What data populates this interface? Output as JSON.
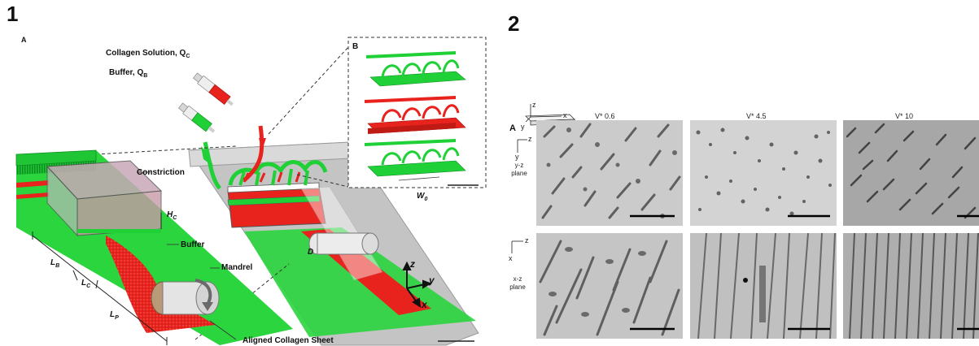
{
  "panels": {
    "left_number": "1",
    "right_number": "2"
  },
  "fig1": {
    "sub_a": "A",
    "sub_b": "B",
    "collagen_label": "Collagen Solution, Q",
    "collagen_sub": "C",
    "buffer_label": "Buffer, Q",
    "buffer_sub": "B",
    "constriction": "Constriction",
    "hc": "H",
    "hc_sub": "C",
    "buffer": "Buffer",
    "mandrel": "Mandrel",
    "aligned": "Aligned Collagen Sheet",
    "lb": "L",
    "lb_sub": "B",
    "lc": "L",
    "lc_sub": "C",
    "lp": "L",
    "lp_sub": "P",
    "d": "D",
    "w0": "W",
    "w0_sub": "0",
    "axis_z": "z",
    "axis_y": "y",
    "axis_x": "x"
  },
  "fig2": {
    "sub_a": "A",
    "axis_z": "z",
    "axis_x": "x",
    "axis_y": "y",
    "col1": "V* 0.6",
    "col2": "V* 4.5",
    "col3": "V* 10",
    "row1_axis_z": "z",
    "row1_axis_y": "y",
    "row1_l1": "y-z",
    "row1_l2": "plane",
    "row2_axis_z": "z",
    "row2_axis_x": "x",
    "row2_l1": "x-z",
    "row2_l2": "plane"
  },
  "colors": {
    "green": "#22d63a",
    "red": "#e8231e",
    "gray": "#b9b9b9"
  }
}
